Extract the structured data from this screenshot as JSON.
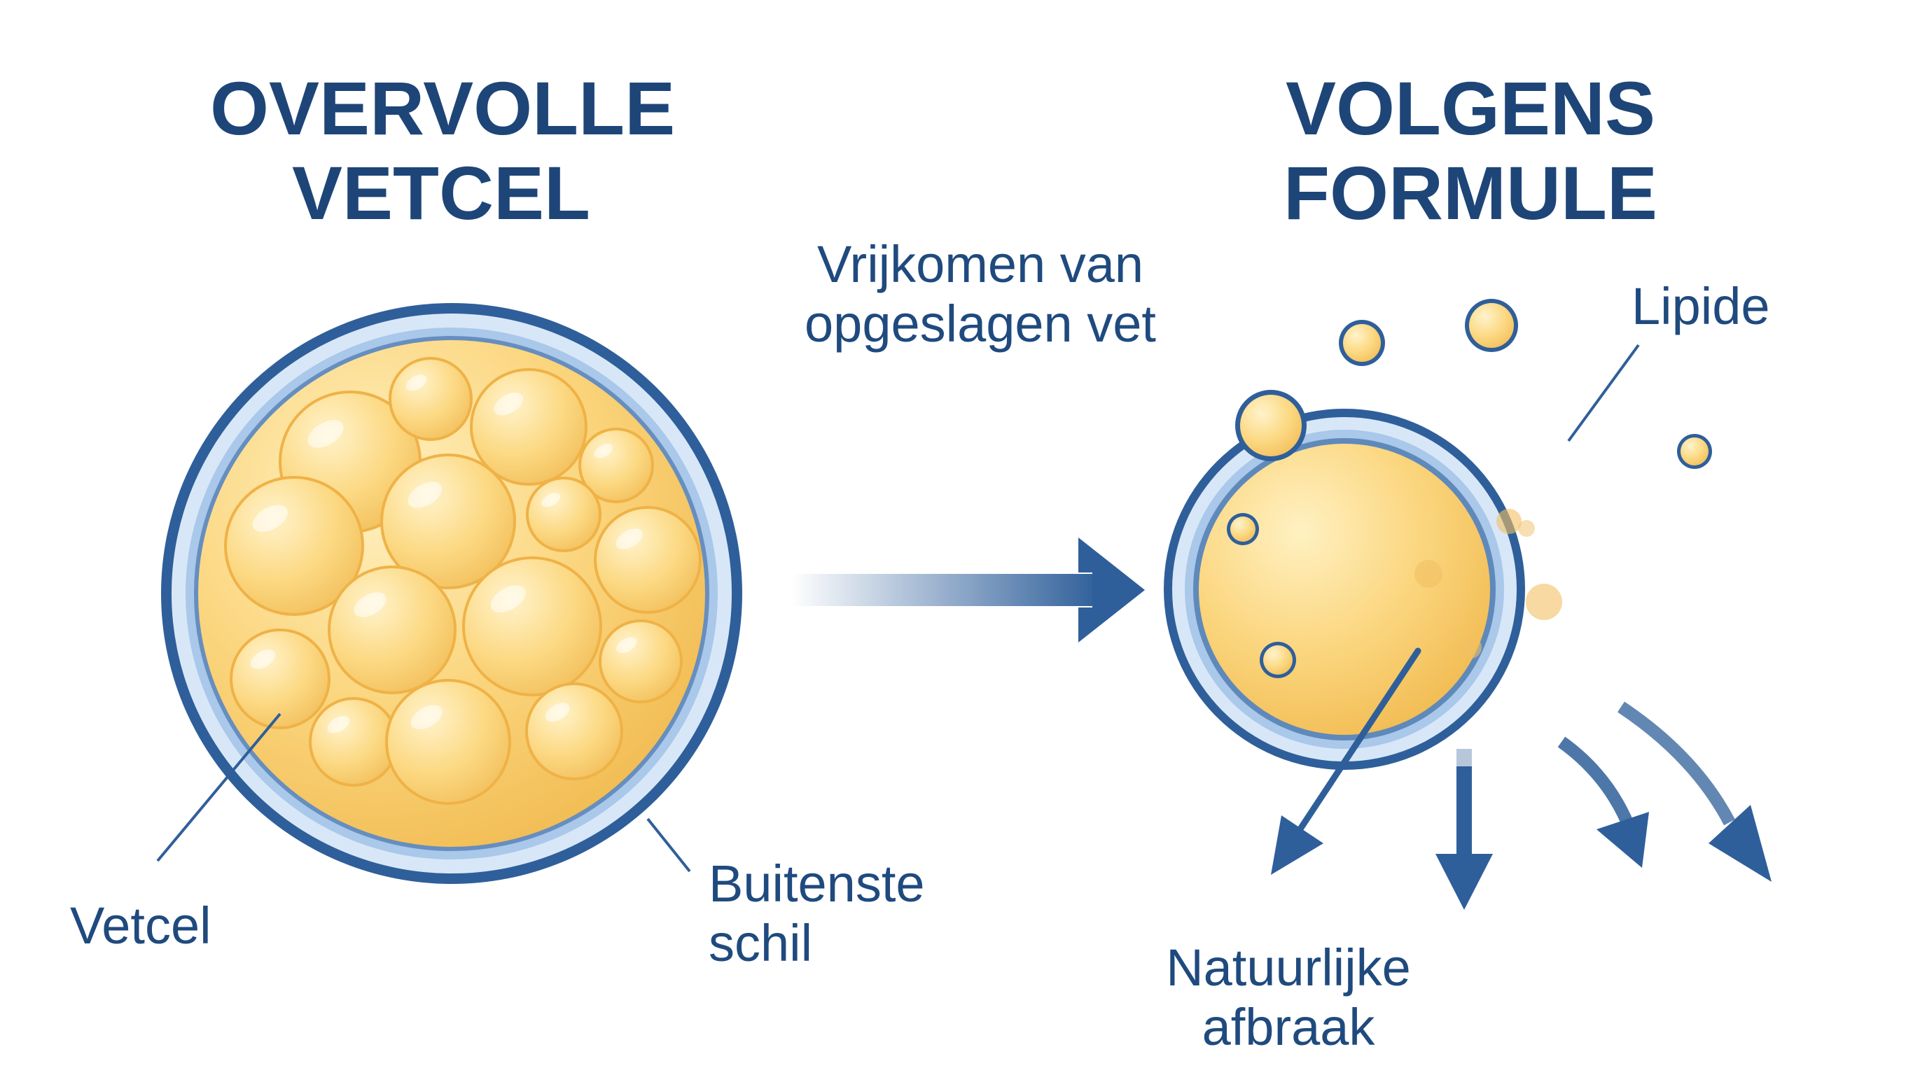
{
  "left": {
    "title_line1": "OVERVOLLE",
    "title_line2": "VETCEL",
    "label_vetcel": "Vetcel",
    "label_schil_line1": "Buitenste",
    "label_schil_line2": "schil"
  },
  "middle": {
    "caption_line1": "Vrijkomen van",
    "caption_line2": "opgeslagen vet"
  },
  "right": {
    "title_line1": "VOLGENS",
    "title_line2": "FORMULE",
    "label_lipide": "Lipide",
    "label_afbraak_line1": "Natuurlijke",
    "label_afbraak_line2": "afbraak"
  },
  "colors": {
    "membrane_dark": "#2f5f9a",
    "membrane_light": "#b9d3ee",
    "fat_fill": "#f9d27a",
    "fat_edge": "#f0b54a",
    "text": "#1f4a7e"
  },
  "icons": [
    "right-arrow-icon",
    "down-arrow-icon"
  ]
}
